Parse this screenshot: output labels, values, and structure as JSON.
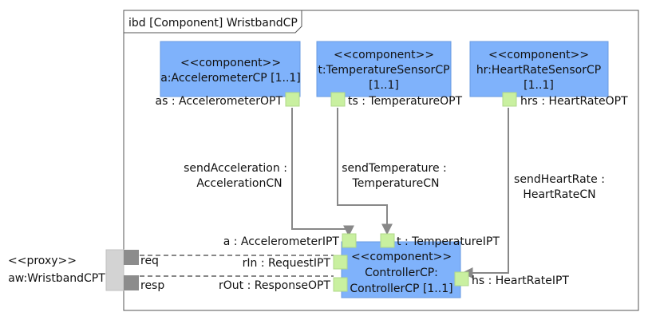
{
  "frame": {
    "title": "ibd [Component] WristbandCP"
  },
  "blocks": [
    {
      "id": "acc",
      "stereotype": "<<component>>",
      "name": "a:AccelerometerCP [1..1]",
      "port": "as : AccelerometerOPT"
    },
    {
      "id": "temp",
      "stereotype": "<<component>>",
      "name_line1": "t:TemperatureSensorCP",
      "name_line2": "[1..1]",
      "port": "ts : TemperatureOPT"
    },
    {
      "id": "hr",
      "stereotype": "<<component>>",
      "name_line1": "hr:HeartRateSensorCP",
      "name_line2": "[1..1]",
      "port": "hrs : HeartRateOPT"
    },
    {
      "id": "ctrl",
      "stereotype": "<<component>>",
      "name_line1": "ControllerCP:",
      "name_line2": "ControllerCP [1..1]",
      "ports": {
        "a": "a : AccelerometerIPT",
        "t": "t : TemperatureIPT",
        "rin": "rIn : RequestIPT",
        "rout": "rOut : ResponseOPT",
        "hs": "hs : HeartRateIPT"
      }
    }
  ],
  "connectors": {
    "acc": {
      "line1": "sendAcceleration :",
      "line2": "AccelerationCN"
    },
    "temp": {
      "line1": "sendTemperature :",
      "line2": "TemperatureCN"
    },
    "hr": {
      "line1": "sendHeartRate :",
      "line2": "HeartRateCN"
    }
  },
  "proxy": {
    "stereotype": "<<proxy>>",
    "name": "aw:WristbandCPT",
    "req": "req",
    "resp": "resp"
  },
  "colors": {
    "block_fill": "#7fb2fb",
    "port_fill": "#c9f0a0",
    "proxy_port": "#8c8c8c",
    "proxy_body": "#d3d3d3",
    "line": "#888888"
  }
}
